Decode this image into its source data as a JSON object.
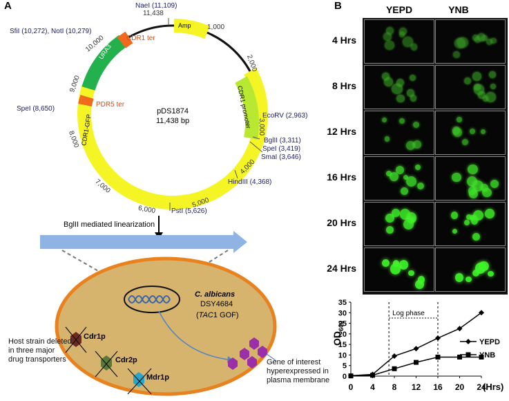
{
  "panel_a": {
    "letter": "A",
    "plasmid": {
      "name": "pDS1874",
      "size": "11,438 bp"
    },
    "top_tick": "11,438",
    "features": {
      "amp": "Amp",
      "ura3": "URA3",
      "cdr1_gfp": "CDR1-GFP",
      "cdr1_promoter": "CDR1 promoter"
    },
    "terminators": {
      "cdr1_ter": "CDR1 ter",
      "pdr5_ter": "PDR5 ter"
    },
    "restriction_sites": [
      "NaeI (11,109)",
      "SfiI (10,272), NotI (10,279)",
      "SpeI (8,650)",
      "EcoRV (2,963)",
      "BglII (3,311)",
      "SpeI (3,419)",
      "SmaI (3,646)",
      "HindIII (4,368)",
      "PstI (5,626)"
    ],
    "ticks": [
      "1,000",
      "2,000",
      "3,000",
      "4,000",
      "5,000",
      "6,000",
      "7,000",
      "8,000",
      "9,000",
      "10,000"
    ],
    "linearization": "BglII mediated linearization",
    "cell": {
      "strain_name": "C. albicans",
      "strain_id": "DSY4684",
      "genotype_gene": "TAC",
      "genotype_suffix": "1 GOF)",
      "genotype_open": "(",
      "transporters": [
        "Cdr1p",
        "Cdr2p",
        "Mdr1p"
      ],
      "host_note": [
        "Host strain deleted",
        "in three major",
        "drug transporters"
      ],
      "gene_note": [
        "Gene of interest",
        "hyperexpressed in",
        "plasma membrane"
      ]
    },
    "colors": {
      "yellow": "#f5f526",
      "green": "#22b14c",
      "lightgreen": "#b8e832",
      "orange": "#f06a1e",
      "blue": "#8fb4e3",
      "cell": "#d6b46e",
      "rim": "#e8821e",
      "purple": "#9b2fa8"
    }
  },
  "panel_b": {
    "letter": "B",
    "columns": [
      "YEPD",
      "YNB"
    ],
    "times": [
      "4 Hrs",
      "8 Hrs",
      "12 Hrs",
      "16 Hrs",
      "20 Hrs",
      "24 Hrs"
    ]
  },
  "chart_data": {
    "type": "line",
    "x": [
      0,
      4,
      8,
      12,
      16,
      20,
      24
    ],
    "series": [
      {
        "name": "YEPD",
        "values": [
          0.2,
          0.8,
          9.5,
          13,
          18,
          22.5,
          30
        ],
        "marker": "diamond"
      },
      {
        "name": "YNB",
        "values": [
          0.1,
          0.4,
          3.5,
          6.5,
          9,
          9,
          9
        ],
        "marker": "square"
      }
    ],
    "xlabel": "(Hrs)",
    "ylabel": "OD",
    "ylabel_sub": "600",
    "xticks": [
      "0",
      "4",
      "8",
      "12",
      "16",
      "20",
      "24"
    ],
    "yticks": [
      "0",
      "5",
      "10",
      "15",
      "20",
      "25",
      "30",
      "35"
    ],
    "xlim": [
      0,
      24
    ],
    "ylim": [
      0,
      35
    ],
    "annotation": "Log phase",
    "log_phase_x": [
      7,
      16
    ],
    "legend": "right"
  }
}
